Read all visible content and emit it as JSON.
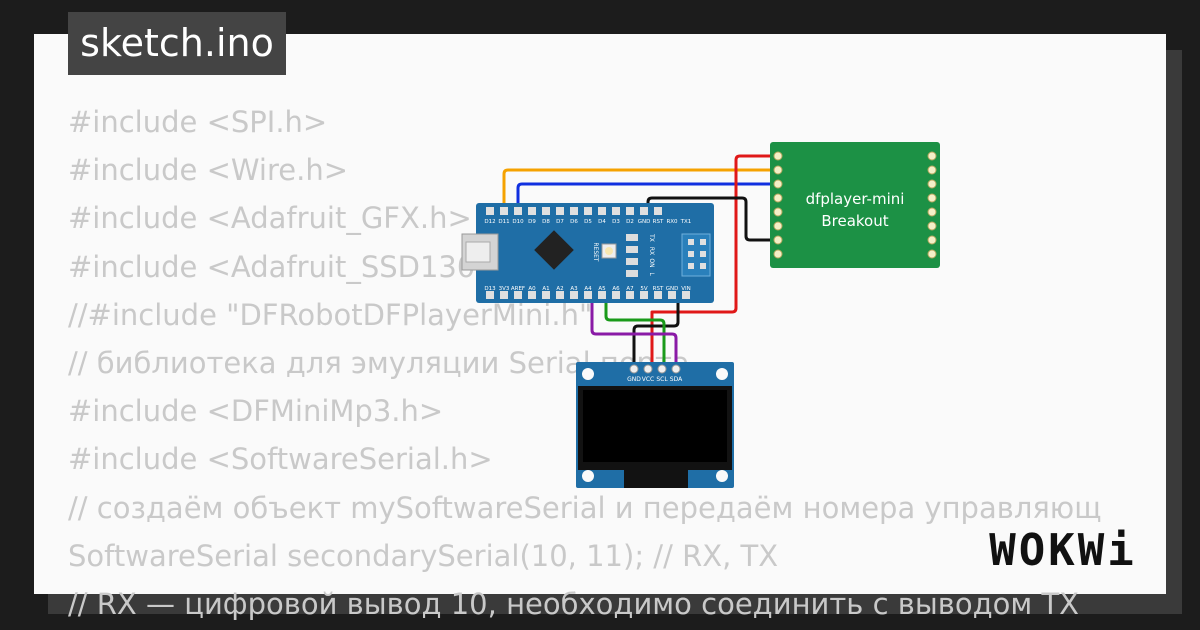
{
  "tab": {
    "title": "sketch.ino"
  },
  "code_lines": [
    "#include <SPI.h>",
    "#include <Wire.h>",
    "#include <Adafruit_GFX.h>",
    "#include <Adafruit_SSD1306.h>",
    "//#include \"DFRobotDFPlayerMini.h\"",
    "// библиотека для эмуляции Serial порта",
    "#include <DFMiniMp3.h>",
    "#include <SoftwareSerial.h>",
    "// создаём объект mySoftwareSerial и передаём номера управляющ",
    "SoftwareSerial secondarySerial(10, 11); // RX, TX",
    "// RX — цифровой вывод 10, необходимо соединить с выводом TX"
  ],
  "arduino": {
    "top_pins": [
      "D12",
      "D11",
      "D10",
      "D9",
      "D8",
      "D7",
      "D6",
      "D5",
      "D4",
      "D3",
      "D2",
      "GND",
      "RST",
      "RX0",
      "TX1"
    ],
    "bottom_pins": [
      "D13",
      "3V3",
      "AREF",
      "A0",
      "A1",
      "A2",
      "A3",
      "A4",
      "A5",
      "A6",
      "A7",
      "5V",
      "RST",
      "GND",
      "VIN"
    ],
    "labels": {
      "reset": "RESET",
      "tx": "TX",
      "rx": "RX",
      "on": "ON",
      "l": "L"
    }
  },
  "dfplayer": {
    "line1": "dfplayer-mini",
    "line2": "Breakout"
  },
  "oled": {
    "pins": [
      "GND",
      "VCC",
      "SCL",
      "SDA"
    ]
  },
  "wire_colors": {
    "orange": "#f5a200",
    "blue": "#1030e0",
    "red": "#e01818",
    "black": "#111111",
    "green": "#1a9a1a",
    "purple": "#8a1aa6"
  },
  "logo": {
    "text": "WOKWi"
  }
}
